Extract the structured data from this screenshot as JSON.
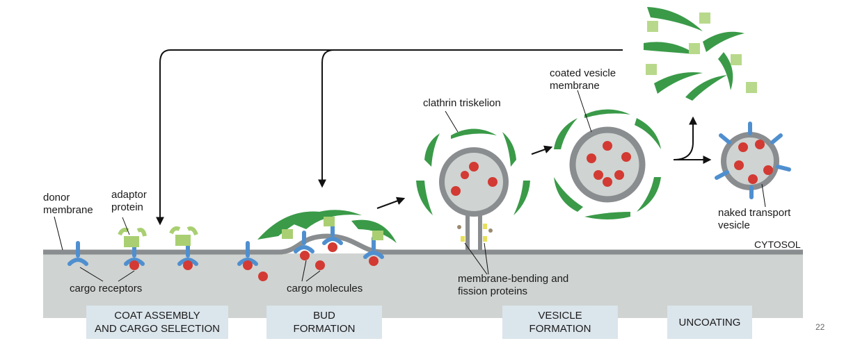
{
  "labels": {
    "donor_membrane": "donor\nmembrane",
    "adaptor_protein": "adaptor\nprotein",
    "cargo_receptors": "cargo receptors",
    "cargo_molecules": "cargo molecules",
    "clathrin_triskelion": "clathrin triskelion",
    "coated_vesicle_membrane": "coated vesicle\nmembrane",
    "naked_transport_vesicle": "naked transport\nvesicle",
    "cytosol": "CYTOSOL",
    "membrane_bending": "membrane-bending and\nfission proteins"
  },
  "stages": [
    {
      "label": "COAT ASSEMBLY\nAND CARGO SELECTION"
    },
    {
      "label": "BUD\nFORMATION"
    },
    {
      "label": "VESICLE\nFORMATION"
    },
    {
      "label": "UNCOATING"
    }
  ],
  "page_number": "22",
  "colors": {
    "cytosol_band": "#cfd3d1",
    "membrane": "#8a8d8f",
    "clathrin": "#3a9a48",
    "adaptor": "#a9cf72",
    "receptor": "#4f8fcf",
    "cargo": "#d23a33",
    "stage_box": "#dbe5ec",
    "fission_protein": "#e8e05a"
  }
}
